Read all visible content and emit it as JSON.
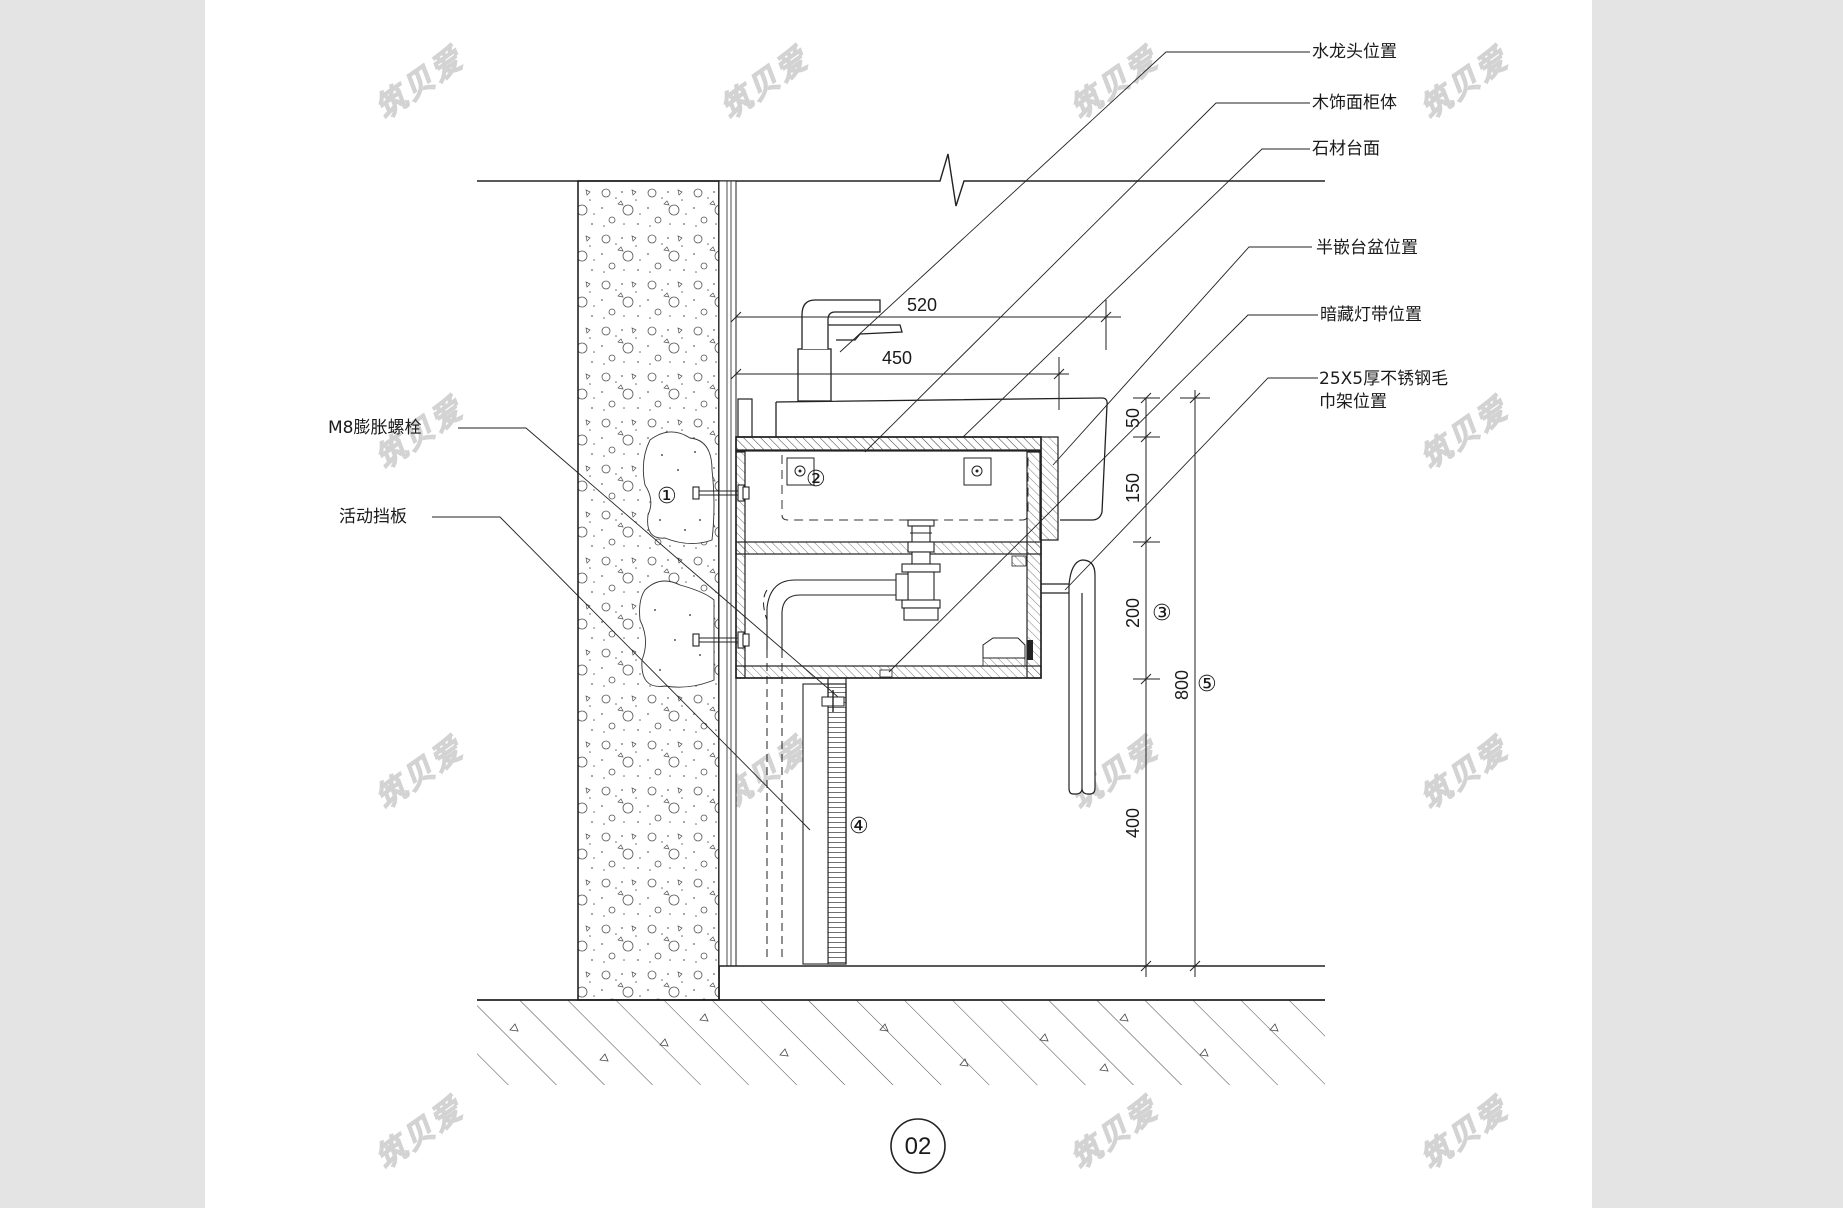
{
  "drawing_number": "02",
  "watermark_text": "筑贝爱",
  "right_callouts": [
    {
      "text": "水龙头位置"
    },
    {
      "text": "木饰面柜体"
    },
    {
      "text": "石材台面"
    },
    {
      "text": "半嵌台盆位置"
    },
    {
      "text": "暗藏灯带位置"
    },
    {
      "text": "25X5厚不锈钢毛"
    },
    {
      "text": "巾架位置"
    }
  ],
  "left_callouts": [
    {
      "text": "M8膨胀螺栓"
    },
    {
      "text": "活动挡板"
    }
  ],
  "horizontal_dimensions": [
    "520",
    "450"
  ],
  "vertical_dimensions": [
    "50",
    "150",
    "200",
    "400",
    "800"
  ],
  "circled_markers": [
    "①",
    "②",
    "③",
    "④",
    "⑤"
  ],
  "colors": {
    "viewer_background": "#e4e4e4",
    "page": "#ffffff",
    "ink": "#1a1a1a"
  }
}
